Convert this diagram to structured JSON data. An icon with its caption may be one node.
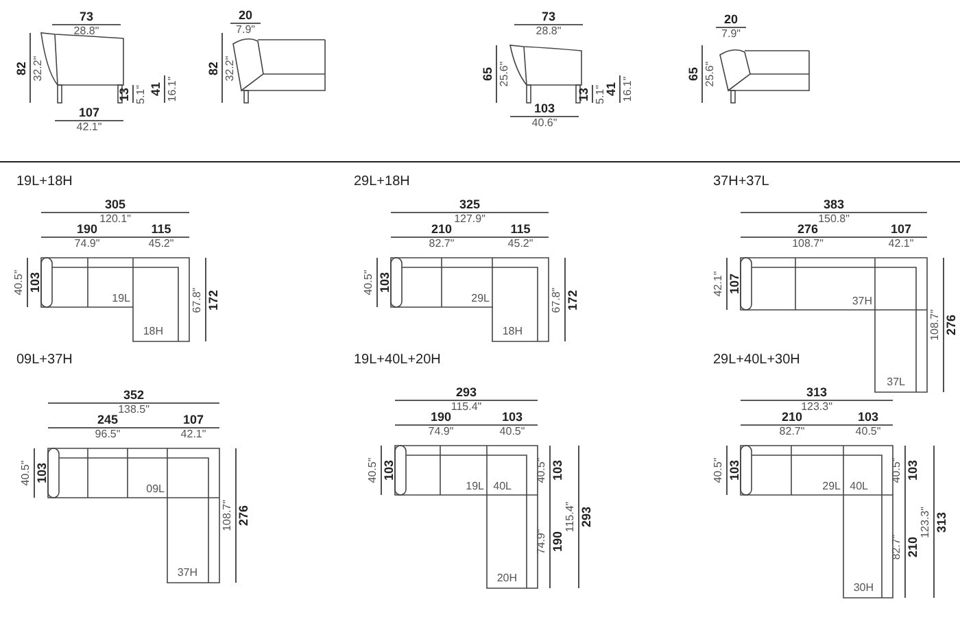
{
  "diagram": {
    "labels": [
      "73",
      "28.8\"",
      "82",
      "32.2\"",
      "107",
      "42.1\"",
      "13",
      "5.1\"",
      "41",
      "16.1\"",
      "20",
      "7.9\"",
      "82",
      "32.2\"",
      "73",
      "28.8\"",
      "65",
      "25.6\"",
      "103",
      "40.6\"",
      "13",
      "5.1\"",
      "41",
      "16.1\"",
      "20",
      "7.9\"",
      "65",
      "25.6\"",
      "19L+18H",
      "305",
      "120.1\"",
      "190",
      "74.9\"",
      "115",
      "45.2\"",
      "103",
      "40.5\"",
      "172",
      "67.8\"",
      "19L",
      "18H",
      "29L+18H",
      "325",
      "127.9\"",
      "210",
      "82.7\"",
      "115",
      "45.2\"",
      "103",
      "40.5\"",
      "172",
      "67.8\"",
      "29L",
      "18H",
      "37H+37L",
      "383",
      "150.8\"",
      "276",
      "108.7\"",
      "107",
      "42.1\"",
      "107",
      "42.1\"",
      "276",
      "108.7\"",
      "37H",
      "37L",
      "09L+37H",
      "352",
      "138.5\"",
      "245",
      "96.5\"",
      "107",
      "42.1\"",
      "103",
      "40.5\"",
      "276",
      "108.7\"",
      "09L",
      "37H",
      "19L+40L+20H",
      "293",
      "115.4\"",
      "190",
      "74.9\"",
      "103",
      "40.5\"",
      "103",
      "40.5\"",
      "103",
      "40.5\"",
      "293",
      "115.4\"",
      "190",
      "74.9\"",
      "19L",
      "40L",
      "20H",
      "29L+40L+30H",
      "313",
      "123.3\"",
      "210",
      "82.7\"",
      "103",
      "40.5\"",
      "103",
      "40.5\"",
      "103",
      "40.5\"",
      "313",
      "123.3\"",
      "210",
      "82.7\"",
      "29L",
      "40L",
      "30H"
    ]
  }
}
